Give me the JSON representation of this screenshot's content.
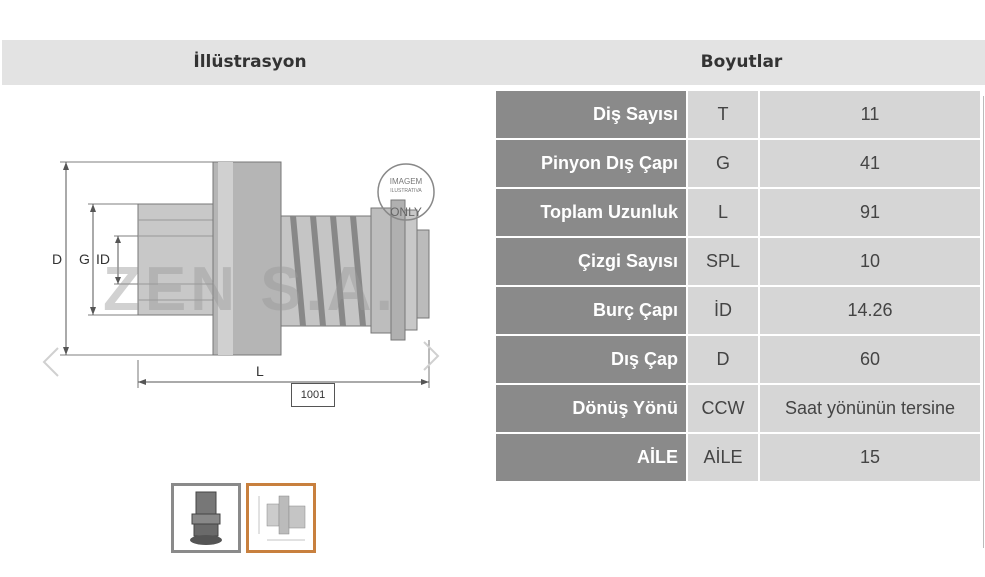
{
  "header": {
    "illustration_title": "İllüstrasyon",
    "dimensions_title": "Boyutlar"
  },
  "illustration": {
    "label_D": "D",
    "label_G": "G",
    "label_ID": "ID",
    "label_L": "L",
    "watermark_brand": "ZEN S.A.",
    "stamp_line1": "IMAGEM",
    "stamp_line2": "ILUSTRATIVA",
    "stamp_line3": "ONLY",
    "badge_number": "1001"
  },
  "specs": [
    {
      "label": "Diş Sayısı",
      "code": "T",
      "value": "11"
    },
    {
      "label": "Pinyon Dış Çapı",
      "code": "G",
      "value": "41"
    },
    {
      "label": "Toplam Uzunluk",
      "code": "L",
      "value": "91"
    },
    {
      "label": "Çizgi Sayısı",
      "code": "SPL",
      "value": "10"
    },
    {
      "label": "Burç Çapı",
      "code": "İD",
      "value": "14.26"
    },
    {
      "label": "Dış Çap",
      "code": "D",
      "value": "60"
    },
    {
      "label": "Dönüş Yönü",
      "code": "CCW",
      "value": "Saat yönünün tersine"
    },
    {
      "label": "AİLE",
      "code": "AİLE",
      "value": "15"
    }
  ],
  "thumbnails": [
    {
      "name": "product-photo-thumbnail",
      "selected": false
    },
    {
      "name": "technical-drawing-thumbnail",
      "selected": true
    }
  ],
  "colors": {
    "label_bg": "#8a8a8a",
    "value_bg": "#d6d6d6",
    "header_bg": "#e3e3e3",
    "selected_border": "#c8803e"
  }
}
